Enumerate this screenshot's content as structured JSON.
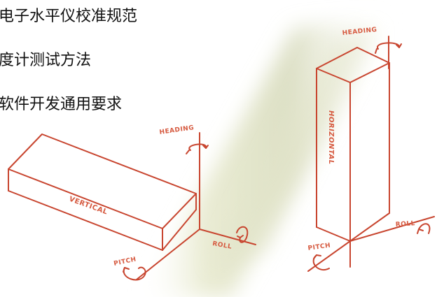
{
  "text_lines": [
    "电子水平仪校准规范",
    "度计测试方法",
    "软件开发通用要求"
  ],
  "left_figure": {
    "box_label": "VERTICAL",
    "axes": {
      "heading": "HEADING",
      "roll": "ROLL",
      "pitch": "PITCH"
    }
  },
  "right_figure": {
    "box_label": "HORIZONTAL",
    "axes": {
      "heading": "HEADING",
      "roll": "ROLL",
      "pitch": "PITCH"
    }
  },
  "colors": {
    "line": "#c8452f",
    "label": "#d65a40",
    "shadow_band": "#dfe1c6"
  }
}
